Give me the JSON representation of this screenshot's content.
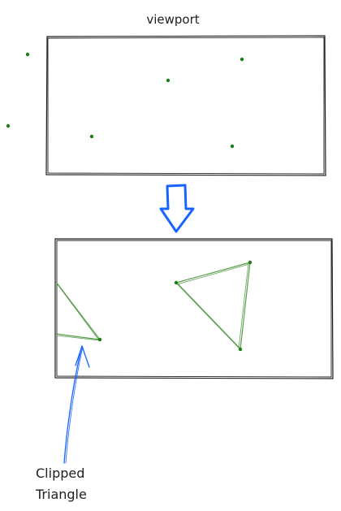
{
  "top_panel": {
    "title": "viewport"
  },
  "annotation": {
    "line1": "Clipped",
    "line2": "Triangle"
  },
  "colors": {
    "ink": "#1e1e1e",
    "point": "#1a7f1a",
    "edge": "#5a9e4d",
    "arrow": "#1864ff"
  }
}
